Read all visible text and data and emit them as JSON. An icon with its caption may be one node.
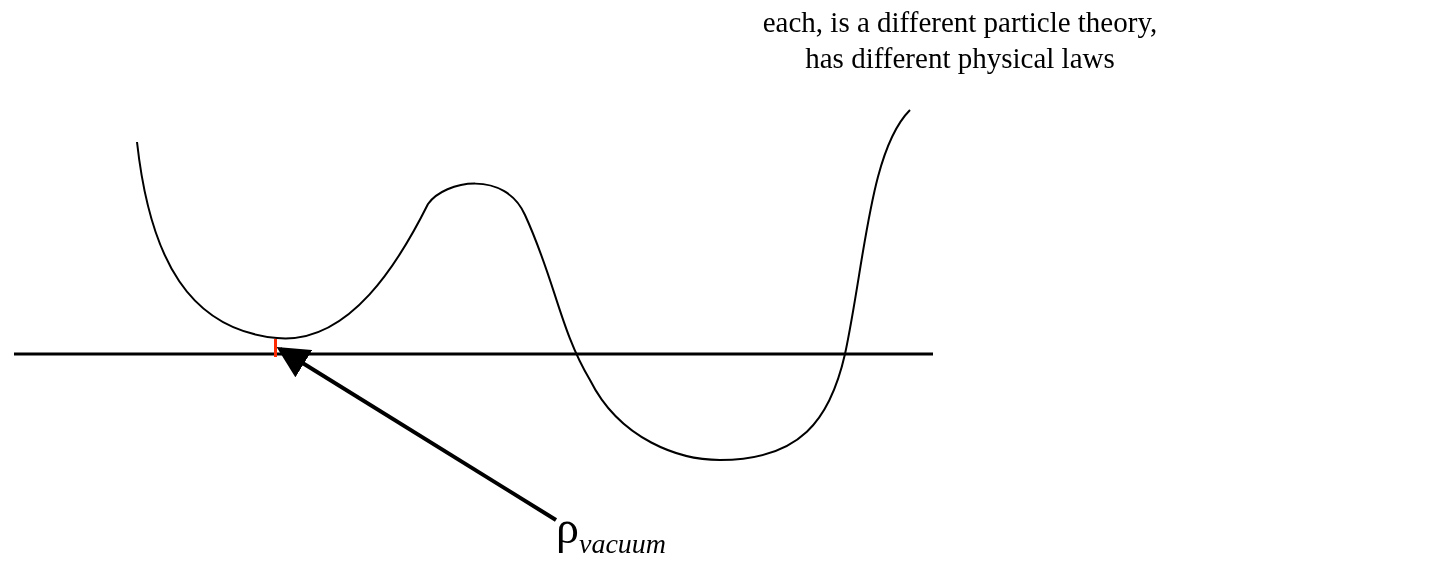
{
  "diagram": {
    "nodes": [
      {
        "text": [
          "ρ$_{vacuum}$"
        ]
      },
      {
        "text": [],
        "shape": "bar"
      }
    ],
    "edges": [
      {
        "from": 0,
        "to": 1,
        "arrow": "to"
      }
    ],
    "labels": [
      "each, is a different particle theory, has different physical laws"
    ]
  }
}
